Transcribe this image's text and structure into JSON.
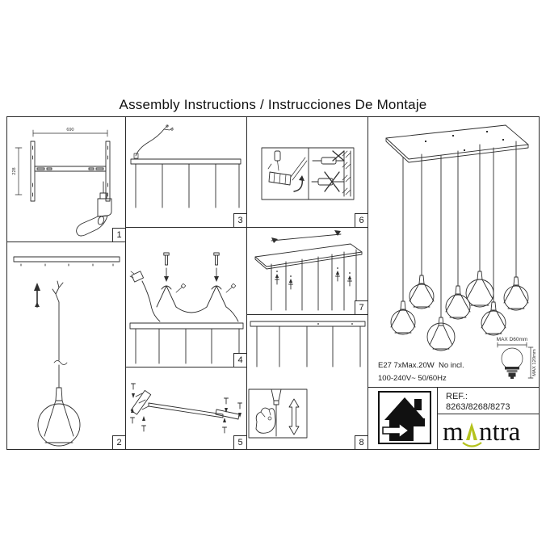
{
  "title": "Assembly Instructions / Instrucciones De Montaje",
  "panels": [
    "1",
    "2",
    "3",
    "4",
    "5",
    "6",
    "7",
    "8"
  ],
  "panel1_dims": {
    "width": "690",
    "height": "228"
  },
  "specs": {
    "line1": "E27 7xMax.20W  No incl.",
    "line2": "100-240V~ 50/60Hz"
  },
  "bulb": {
    "diameter_label": "MAX D60mm",
    "height_label": "MAX 120mm"
  },
  "ref_box": {
    "label": "REF.:",
    "numbers": "8263/8268/8273"
  },
  "logo": {
    "part1": "m",
    "part2": "ntra",
    "accent_color": "#b5c31d"
  },
  "icons": {
    "house": "indoor-use-house-icon",
    "drill": "drill-icon",
    "hand": "adjusting-hand-icon",
    "bulb": "light-bulb-icon"
  }
}
